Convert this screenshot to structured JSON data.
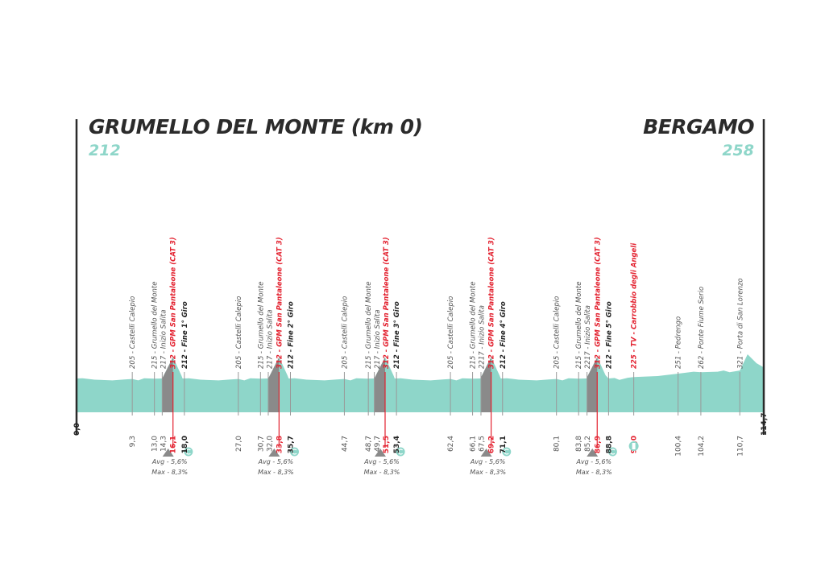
{
  "start": {
    "name": "GRUMELLO DEL MONTE (km 0)",
    "elevation": "212",
    "km": "0,0"
  },
  "finish": {
    "name": "BERGAMO",
    "elevation": "258",
    "km": "114,7"
  },
  "colors": {
    "profile": "#8ed6c9",
    "climb": "#8a8a8a",
    "gpm": "#e3212f",
    "text": "#2b2b2b"
  },
  "waypoints": [
    {
      "km": 9.3,
      "km_label": "9,3",
      "label": "205 - Castelli Calepio",
      "type": "normal"
    },
    {
      "km": 13.0,
      "km_label": "13,0",
      "label": "215 - Grumello del Monte",
      "type": "normal"
    },
    {
      "km": 14.3,
      "km_label": "14,3",
      "label": "217 - Inizio Salita",
      "type": "normal"
    },
    {
      "km": 16.1,
      "km_label": "16,1",
      "label": "312 - GPM San Pantaleone (CAT 3)",
      "type": "gpm"
    },
    {
      "km": 18.0,
      "km_label": "18,0",
      "label": "212 - Fine 1° Giro",
      "type": "fin"
    },
    {
      "km": 27.0,
      "km_label": "27,0",
      "label": "205 - Castelli Calepio",
      "type": "normal"
    },
    {
      "km": 30.7,
      "km_label": "30,7",
      "label": "215 - Grumello del Monte",
      "type": "normal"
    },
    {
      "km": 32.0,
      "km_label": "32,0",
      "label": "217 - Inizio Salita",
      "type": "normal"
    },
    {
      "km": 33.8,
      "km_label": "33,8",
      "label": "312 - GPM San Pantaleone (CAT 3)",
      "type": "gpm"
    },
    {
      "km": 35.7,
      "km_label": "35,7",
      "label": "212 - Fine 2° Giro",
      "type": "fin"
    },
    {
      "km": 44.7,
      "km_label": "44,7",
      "label": "205 - Castelli Calepio",
      "type": "normal"
    },
    {
      "km": 48.7,
      "km_label": "48,7",
      "label": "215 - Grumello del Monte",
      "type": "normal"
    },
    {
      "km": 49.7,
      "km_label": "49,7",
      "label": "217 - Inizio Salita",
      "type": "normal"
    },
    {
      "km": 51.5,
      "km_label": "51,5",
      "label": "312 - GPM San Pantaleone (CAT 3)",
      "type": "gpm"
    },
    {
      "km": 53.4,
      "km_label": "53,4",
      "label": "212 - Fine 3° Giro",
      "type": "fin"
    },
    {
      "km": 62.4,
      "km_label": "62,4",
      "label": "205 - Castelli Calepio",
      "type": "normal"
    },
    {
      "km": 66.1,
      "km_label": "66,1",
      "label": "215 - Grumello del Monte",
      "type": "normal"
    },
    {
      "km": 67.5,
      "km_label": "67,5",
      "label": "2217 - Inizio Salita",
      "type": "normal"
    },
    {
      "km": 69.2,
      "km_label": "69,2",
      "label": "312 - GPM San Pantaleone (CAT 3)",
      "type": "gpm"
    },
    {
      "km": 71.1,
      "km_label": "71,1",
      "label": "212 - Fine 4° Giro",
      "type": "fin"
    },
    {
      "km": 80.1,
      "km_label": "80,1",
      "label": "205 - Castelli Calepio",
      "type": "normal"
    },
    {
      "km": 83.8,
      "km_label": "83,8",
      "label": "215 - Grumello del Monte",
      "type": "normal"
    },
    {
      "km": 85.2,
      "km_label": "85,2",
      "label": "2217 - Inizio Salita",
      "type": "normal"
    },
    {
      "km": 86.9,
      "km_label": "86,9",
      "label": "312 - GPM San Pantaleone (CAT 3)",
      "type": "gpm"
    },
    {
      "km": 88.8,
      "km_label": "88,8",
      "label": "212 - Fine 5° Giro",
      "type": "fin"
    },
    {
      "km": 93.0,
      "km_label": "93,0",
      "label": "225 - TV - Carrobbio degli Angeli",
      "type": "tv"
    },
    {
      "km": 100.4,
      "km_label": "100,4",
      "label": "251 - Pedrengo",
      "type": "normal"
    },
    {
      "km": 104.2,
      "km_label": "104,2",
      "label": "262 - Ponte Fiume Serio",
      "type": "normal"
    },
    {
      "km": 110.7,
      "km_label": "110,7",
      "label": "321 - Porta di San Lorenzo",
      "type": "normal"
    }
  ],
  "climbs": [
    {
      "start_km": 14.3,
      "end_km": 16.1,
      "lap_km": 18.0,
      "avg": "Avg - 5,6%",
      "max": "Max - 8,3%"
    },
    {
      "start_km": 32.0,
      "end_km": 33.8,
      "lap_km": 35.7,
      "avg": "Avg - 5,6%",
      "max": "Max - 8,3%"
    },
    {
      "start_km": 49.7,
      "end_km": 51.5,
      "lap_km": 53.4,
      "avg": "Avg - 5,6%",
      "max": "Max - 8,3%"
    },
    {
      "start_km": 67.5,
      "end_km": 69.2,
      "lap_km": 71.1,
      "avg": "Avg - 5,6%",
      "max": "Max - 8,3%"
    },
    {
      "start_km": 85.2,
      "end_km": 86.9,
      "lap_km": 88.8,
      "avg": "Avg - 5,6%",
      "max": "Max - 8,3%"
    }
  ],
  "profile": [
    [
      0,
      212
    ],
    [
      1,
      213
    ],
    [
      3,
      207
    ],
    [
      6,
      204
    ],
    [
      8,
      208
    ],
    [
      9.3,
      210
    ],
    [
      10.3,
      204
    ],
    [
      11.3,
      213
    ],
    [
      13,
      211
    ],
    [
      14.3,
      212
    ],
    [
      16.1,
      300
    ],
    [
      17.5,
      225
    ],
    [
      18,
      212
    ]
  ],
  "final_profile": [
    [
      88.8,
      212
    ],
    [
      89.8,
      214
    ],
    [
      90.6,
      206
    ],
    [
      92,
      215
    ],
    [
      93,
      218
    ],
    [
      97,
      222
    ],
    [
      100.4,
      232
    ],
    [
      103,
      240
    ],
    [
      104.2,
      238
    ],
    [
      107,
      240
    ],
    [
      108,
      245
    ],
    [
      109,
      238
    ],
    [
      110.7,
      245
    ],
    [
      112,
      312
    ],
    [
      113.5,
      275
    ],
    [
      114.7,
      258
    ]
  ]
}
